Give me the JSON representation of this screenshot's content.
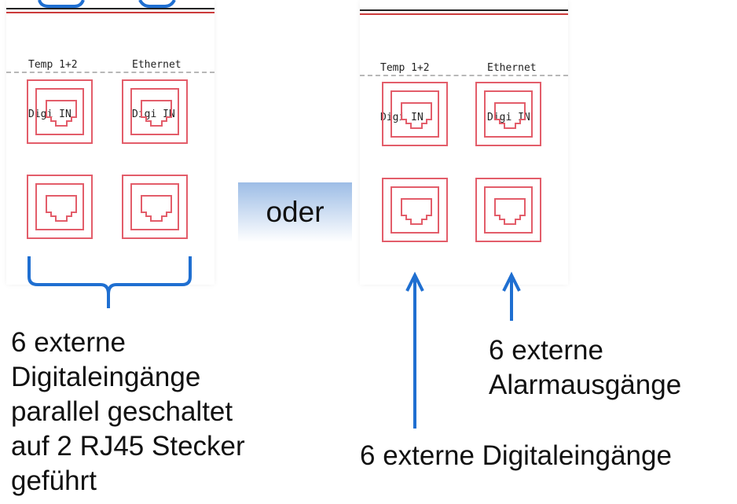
{
  "colors": {
    "jack_outline": "#e35d6a",
    "annotation_blue": "#1f6fd1",
    "header_rule_dark": "#222222",
    "header_rule_red": "#cc3b3b"
  },
  "left_panel": {
    "port1_line1": "Temp 1+2",
    "port1_line2": "Digi IN",
    "port2_line1": "Ethernet",
    "port2_line2": "Digi IN"
  },
  "right_panel": {
    "port1_line1": "Temp 1+2",
    "port1_line2": "Digi IN",
    "port2_line1": "Ethernet",
    "port2_line2": "Digi IN"
  },
  "oder_label": "oder",
  "left_caption": {
    "line1": "6 externe",
    "line2": "Digitaleingänge",
    "line3": "parallel geschaltet",
    "line4": "auf 2 RJ45 Stecker",
    "line5": "geführt"
  },
  "right_caption_alarm": {
    "line1": "6 externe",
    "line2": "Alarmausgänge"
  },
  "right_caption_digital": "6 externe Digitaleingänge"
}
